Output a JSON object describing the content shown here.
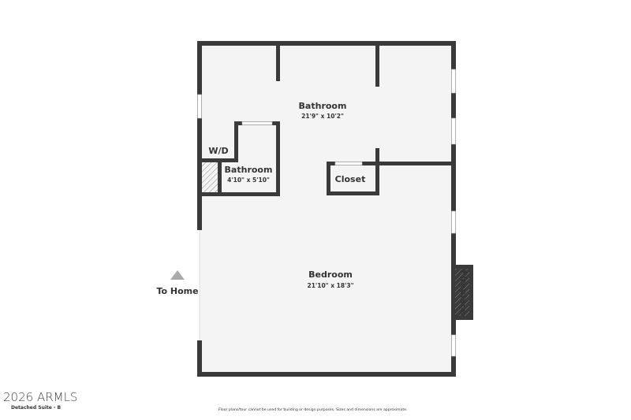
{
  "rooms": [
    {
      "name": "Bathroom",
      "dims": "21'9\" x 10'2\""
    },
    {
      "name": "Bathroom",
      "dims": "4'10\" x 5'10\""
    },
    {
      "name": "Closet"
    },
    {
      "name": "Bedroom",
      "dims": "21'10\" x 18'3\""
    },
    {
      "name": "W/D"
    },
    {
      "name": "Fireplace"
    }
  ],
  "entry": {
    "label": "To Home"
  },
  "watermark": "2026 ARMLS",
  "plan_name": "Detached Suite - B",
  "disclaimer": "Floor plans/tour cannot be used for building or design purposes. Sizes and dimensions are approximate.",
  "colors": {
    "wall": "#3a3a3a",
    "floor": "#f4f4f4"
  }
}
